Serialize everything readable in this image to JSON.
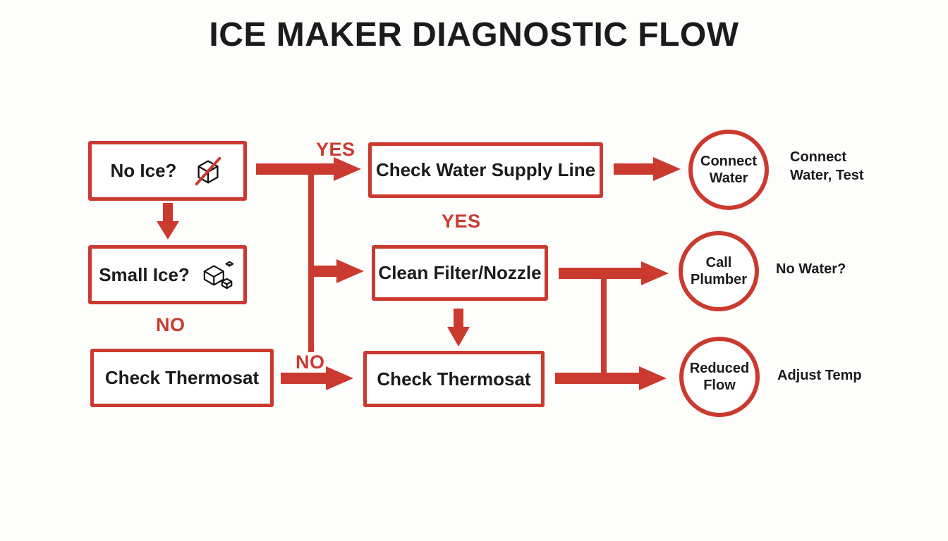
{
  "title": "ICE MAKER DIAGNOSTIC FLOW",
  "colors": {
    "accent_red": "#CB3A2F",
    "text_black": "#1B1B1B",
    "background": "#FDFDFC"
  },
  "flow": {
    "boxes": [
      {
        "label": "No Ice?",
        "icon": "crossed-ice-cube-icon"
      },
      {
        "label": "Small Ice?",
        "icon": "large-and-small-ice-cubes-icon"
      },
      {
        "label": "Check Thermosat"
      },
      {
        "label": "Check Water Supply Line"
      },
      {
        "label": "Clean Filter/Nozzle"
      },
      {
        "label": "Check Thermosat"
      }
    ],
    "edge_labels": [
      {
        "text": "YES",
        "edge": "no-ice-to-check-water-supply-line"
      },
      {
        "text": "YES",
        "edge": "above-clean-filter-nozzle"
      },
      {
        "text": "NO",
        "edge": "below-small-ice"
      },
      {
        "text": "NO",
        "edge": "check-thermosat-left-to-middle"
      }
    ],
    "terminals": [
      {
        "line1": "Connect",
        "line2": "Water"
      },
      {
        "line1": "Call",
        "line2": "Plumber"
      },
      {
        "line1": "Reduced",
        "line2": "Flow"
      }
    ],
    "annotations": [
      {
        "line1": "Connect",
        "line2": "Water, Test"
      },
      {
        "line1": "No Water?",
        "line2": ""
      },
      {
        "line1": "Adjust Temp",
        "line2": ""
      }
    ]
  }
}
